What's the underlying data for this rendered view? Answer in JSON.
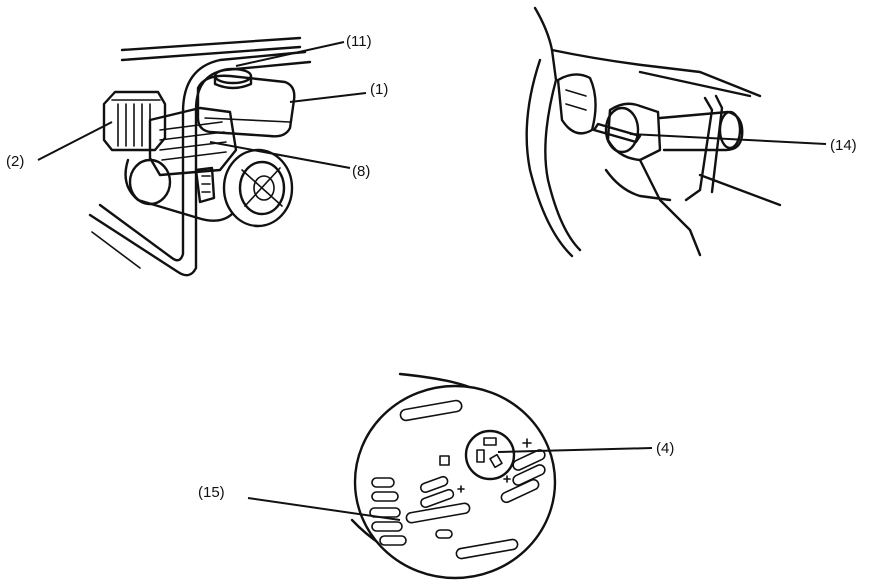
{
  "figure": {
    "callouts": {
      "c1": "(1)",
      "c2": "(2)",
      "c8": "(8)",
      "c11": "(11)",
      "c14": "(14)",
      "c15": "(15)",
      "c4": "(4)"
    }
  }
}
